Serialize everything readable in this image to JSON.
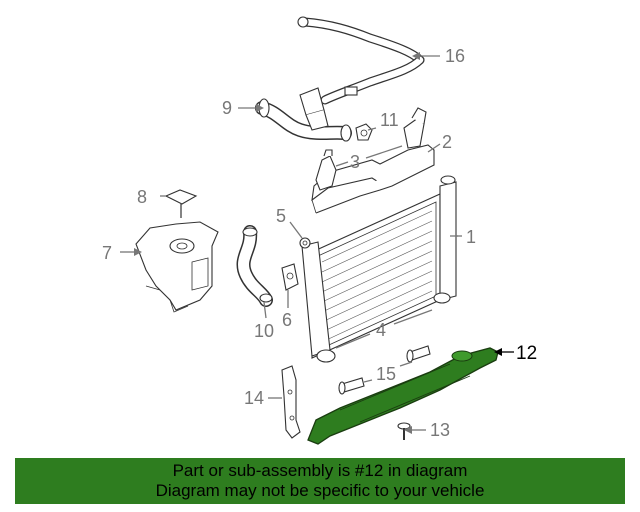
{
  "callouts": {
    "c1": "1",
    "c2": "2",
    "c3": "3",
    "c4": "4",
    "c5": "5",
    "c6": "6",
    "c7": "7",
    "c8": "8",
    "c9": "9",
    "c10": "10",
    "c11": "11",
    "c12": "12",
    "c13": "13",
    "c14": "14",
    "c15": "15",
    "c16": "16"
  },
  "highlighted_part": "12",
  "colors": {
    "highlight_fill": "#2e7d1f",
    "banner_bg": "#2e7d1f",
    "line": "#777777",
    "outline": "#333333"
  },
  "banner": {
    "line1": "Part or sub-assembly is #12 in diagram",
    "line2": "Diagram may not be specific to your vehicle"
  }
}
